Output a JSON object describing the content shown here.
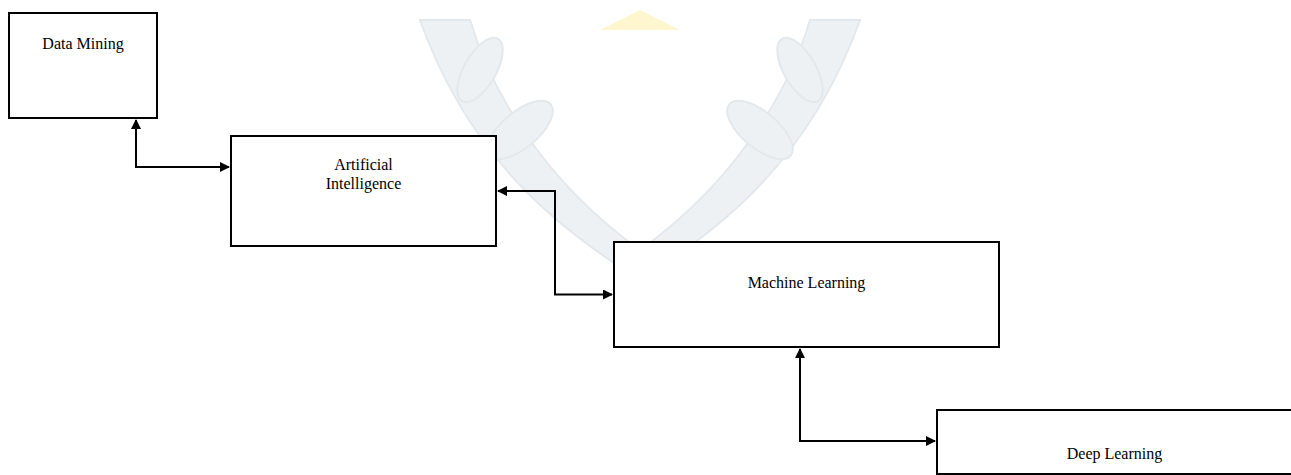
{
  "diagram": {
    "nodes": [
      {
        "text": [
          "Data Mining"
        ]
      },
      {
        "text": [
          "Artificial Intelligence"
        ]
      },
      {
        "text": [
          "Machine Learning"
        ]
      },
      {
        "text": [
          "Deep Learning"
        ]
      }
    ],
    "edges": [
      {
        "from": 0,
        "to": 1,
        "arrow": "both"
      },
      {
        "from": 1,
        "to": 2,
        "arrow": "both"
      },
      {
        "from": 2,
        "to": 3,
        "arrow": "both"
      }
    ]
  }
}
